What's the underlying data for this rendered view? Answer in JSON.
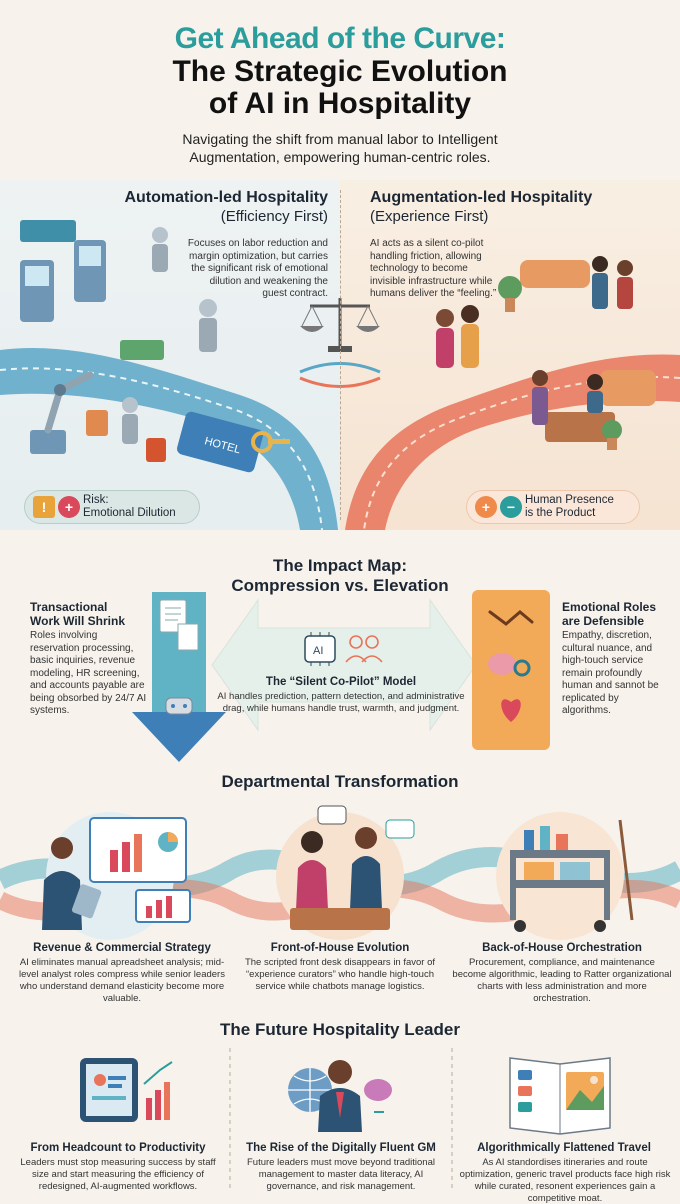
{
  "header": {
    "title_line1": "Get Ahead of the Curve:",
    "title_line2a": "The Strategic Evolution",
    "title_line2b": "of AI in Hospitality",
    "subtitle_a": "Navigating the shift from manual labor to Intelligent",
    "subtitle_b": "Augmentation, empowering human-centric roles."
  },
  "split": {
    "left": {
      "heading": "Automation-led Hospitality",
      "subheading": "(Efficiency First)",
      "body": "Focuses on labor reduction and margin optimization, but carries the significant risk of emotional dilution and weakening the guest contract.",
      "pill_label_a": "Risk:",
      "pill_label_b": "Emotional Dilution",
      "sign_text": "HOTEL"
    },
    "right": {
      "heading": "Augmentation-led Hospitality",
      "subheading": "(Experience First)",
      "body": "AI acts as a silent co-pilot handling friction, allowing technology to become invisible infrastructure while humans deliver the “feeling.”",
      "pill_label_a": "Human Presence",
      "pill_label_b": "is the Product"
    }
  },
  "impact": {
    "heading_a": "The Impact Map:",
    "heading_b": "Compression vs. Elevation",
    "left_title_a": "Transactional",
    "left_title_b": "Work Will Shrink",
    "left_body": "Roles involving reservation processing, basic inquiries, revenue modeling, HR screening, and accounts payable are being obsorbed by 24/7 AI systems.",
    "center_title": "The “Silent Co-Pilot” Model",
    "center_body": "AI handles prediction, pattern detection, and administrative drag, while humans handle trust, warmth, and judgment.",
    "chip_label": "AI",
    "right_title_a": "Emotional Roles",
    "right_title_b": "are Defensible",
    "right_body": "Empathy, discretion, cultural nuance, and high-touch service remain profoundly human and sannot be replicated by algorithms."
  },
  "departments": {
    "heading": "Departmental Transformation",
    "items": [
      {
        "title": "Revenue & Commercial Strategy",
        "body": "AI eliminates manual apreadsheet analysis; mid-level analyst roles compress while senior leaders who understand demand elasticity become more valuable."
      },
      {
        "title": "Front-of-House Evolution",
        "body": "The scripted front desk disappears in favor of “experience curators” who handle high-touch service while chatbots manage logistics."
      },
      {
        "title": "Back-of-House Orchestration",
        "body": "Procurement, compliance, and maintenance become algorithmic, leading to Ratter organizational charts with less administration and more orchestration."
      }
    ]
  },
  "leaders": {
    "heading": "The Future Hospitality Leader",
    "items": [
      {
        "title": "From Headcount to Productivity",
        "body": "Leaders must stop measuring success by staff size and start measuring the efficiency of redesigned, AI-augmented workflows."
      },
      {
        "title": "The Rise of the Digitally Fluent GM",
        "body": "Future leaders must move beyond traditional management to master data literacy, AI governance, and risk management."
      },
      {
        "title": "Algorithmically Flattened Travel",
        "body": "As AI standordises itineraries and route optimization, generic travel products face high risk while curated, resonent experiences gain a competitive moat."
      }
    ]
  },
  "colors": {
    "teal": "#2a9d9c",
    "navy": "#1d2733",
    "coral": "#e8745a",
    "orange": "#f0a24a",
    "blue": "#3f7fb8"
  }
}
